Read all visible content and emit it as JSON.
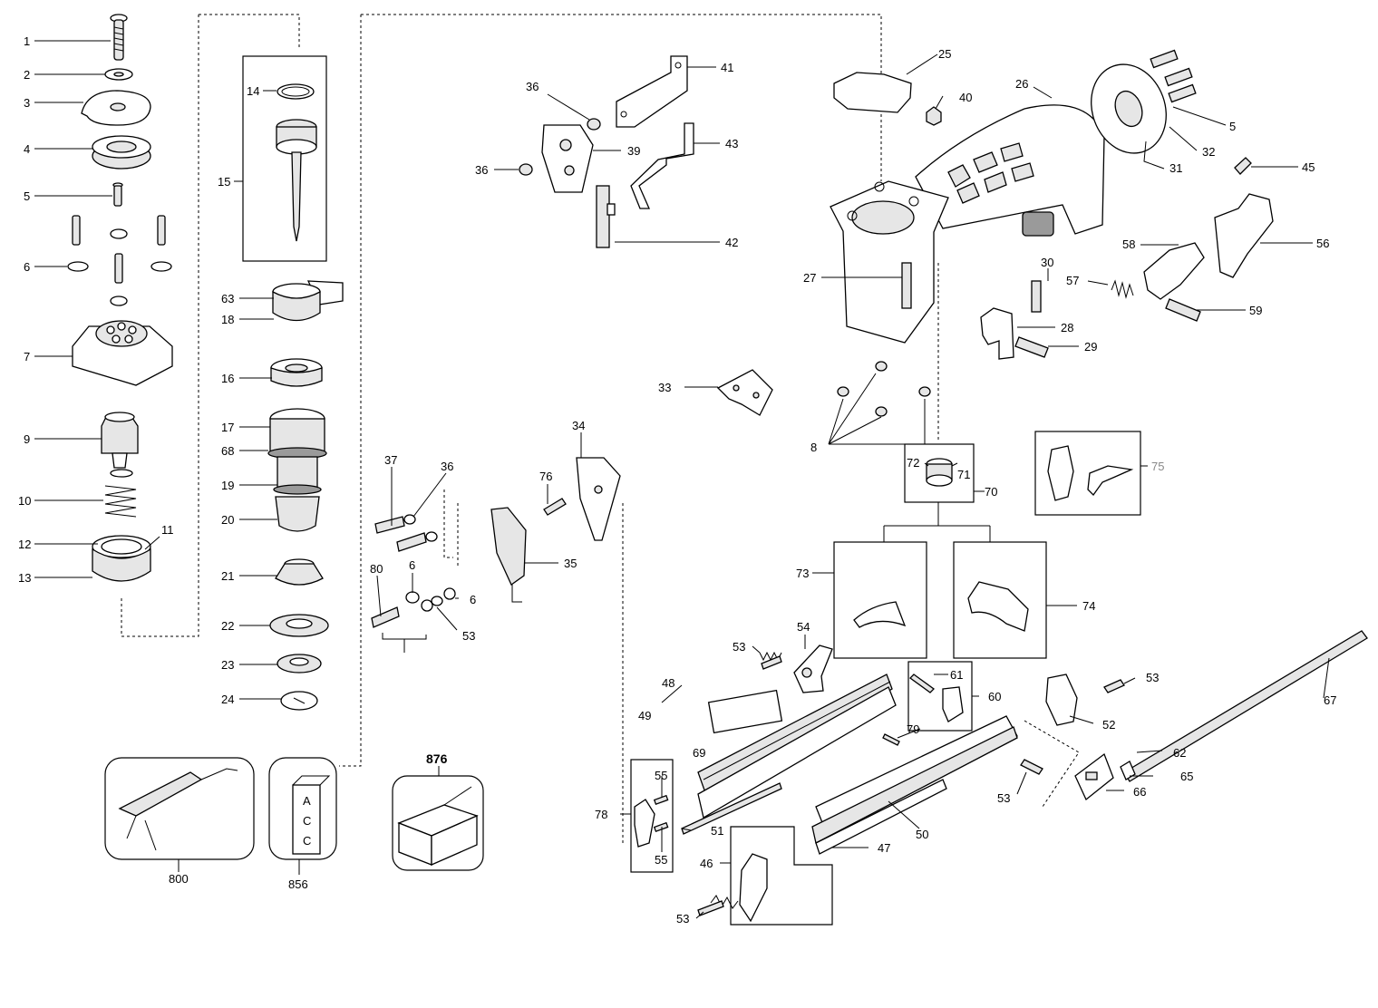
{
  "labels": {
    "l1": "1",
    "l2": "2",
    "l3": "3",
    "l4": "4",
    "l5a": "5",
    "l6a": "6",
    "l7": "7",
    "l9": "9",
    "l10": "10",
    "l11": "11",
    "l12": "12",
    "l13": "13",
    "l14": "14",
    "l15": "15",
    "l63": "63",
    "l18": "18",
    "l16": "16",
    "l17": "17",
    "l68": "68",
    "l19": "19",
    "l20": "20",
    "l21": "21",
    "l22": "22",
    "l23": "23",
    "l24": "24",
    "l800": "800",
    "l856": "856",
    "l876": "876",
    "l36a": "36",
    "l36b": "36",
    "l39": "39",
    "l41": "41",
    "l43": "43",
    "l42": "42",
    "l25": "25",
    "l40": "40",
    "l26": "26",
    "l5b": "5",
    "l32": "32",
    "l31": "31",
    "l45": "45",
    "l56": "56",
    "l58": "58",
    "l57": "57",
    "l59": "59",
    "l30": "30",
    "l27": "27",
    "l28": "28",
    "l29": "29",
    "l33": "33",
    "l8": "8",
    "l34": "34",
    "l76": "76",
    "l35": "35",
    "l37": "37",
    "l36c": "36",
    "l80": "80",
    "l6b": "6",
    "l6c": "6",
    "l53a": "53",
    "l72": "72",
    "l71": "71",
    "l70": "70",
    "l75": "75",
    "l73": "73",
    "l74": "74",
    "l54": "54",
    "l53b": "53",
    "l48": "48",
    "l49": "49",
    "l69": "69",
    "l61": "61",
    "l60": "60",
    "l79": "79",
    "l53c": "53",
    "l52": "52",
    "l67": "67",
    "l62": "62",
    "l65": "65",
    "l66": "66",
    "l53d": "53",
    "l50": "50",
    "l78": "78",
    "l55a": "55",
    "l55b": "55",
    "l51": "51",
    "l46": "46",
    "l47": "47",
    "l53e": "53"
  },
  "kit_acc_letters": [
    "A",
    "C",
    "C"
  ],
  "colors": {
    "line": "#000000",
    "fill": "#ffffff",
    "shade": "#e6e6e6",
    "dark": "#9a9a9a",
    "faint_label": "#888888"
  }
}
